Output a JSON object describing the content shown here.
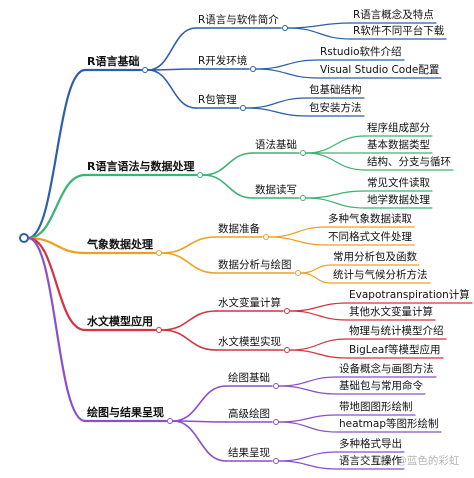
{
  "root": {
    "color": "#2b5fa8"
  },
  "branches": [
    {
      "label": "R语言基础",
      "color": "#2b5fa8",
      "children": [
        {
          "label": "R语言与软件简介",
          "children": [
            "R语言概念及特点",
            "R软件不同平台下载"
          ]
        },
        {
          "label": "R开发环境",
          "children": [
            "Rstudio软件介绍",
            "Visual Studio Code配置"
          ]
        },
        {
          "label": "R包管理",
          "children": [
            "包基础结构",
            "包安装方法"
          ]
        }
      ]
    },
    {
      "label": "R语言语法与数据处理",
      "color": "#3cb371",
      "children": [
        {
          "label": "语法基础",
          "children": [
            "程序组成部分",
            "基本数据类型",
            "结构、分支与循环"
          ]
        },
        {
          "label": "数据读写",
          "children": [
            "常见文件读取",
            "地学数据处理"
          ]
        }
      ]
    },
    {
      "label": "气象数据处理",
      "color": "#f0a020",
      "children": [
        {
          "label": "数据准备",
          "children": [
            "多种气象数据读取",
            "不同格式文件处理"
          ]
        },
        {
          "label": "数据分析与绘图",
          "children": [
            "常用分析包及函数",
            "统计与气候分析方法"
          ]
        }
      ]
    },
    {
      "label": "水文模型应用",
      "color": "#d2333f",
      "children": [
        {
          "label": "水文变量计算",
          "children": [
            "Evapotranspiration计算",
            "其他水文变量计算"
          ]
        },
        {
          "label": "水文模型实现",
          "children": [
            "物理与统计模型介绍",
            "BigLeaf等模型应用"
          ]
        }
      ]
    },
    {
      "label": "绘图与结果呈现",
      "color": "#8a4fc9",
      "children": [
        {
          "label": "绘图基础",
          "children": [
            "设备概念与画图方法",
            "基础包与常用命令"
          ]
        },
        {
          "label": "高级绘图",
          "children": [
            "带地图图形绘制",
            "heatmap等图形绘制"
          ]
        },
        {
          "label": "结果呈现",
          "children": [
            "多种格式导出",
            "语言交互操作"
          ]
        }
      ]
    }
  ],
  "watermark": "知乎 @蓝色的彩虹"
}
